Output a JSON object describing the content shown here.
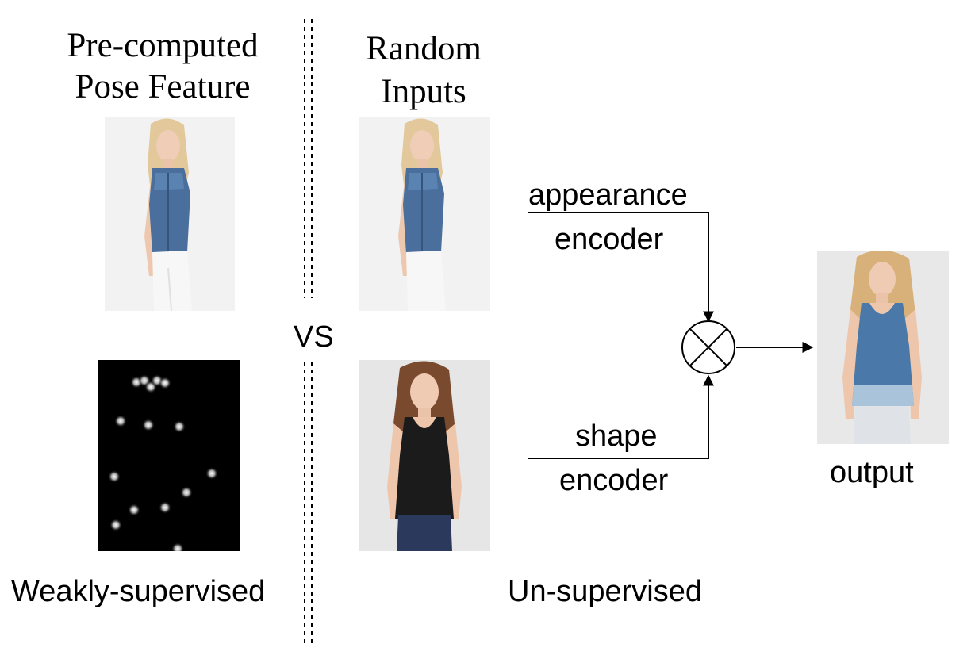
{
  "left": {
    "title_line1": "Pre-computed",
    "title_line2": "Pose Feature",
    "bottom_label": "Weakly-supervised"
  },
  "middle": {
    "title_line1": "Random",
    "title_line2": "Inputs",
    "bottom_label": "Un-supervised"
  },
  "divider": {
    "label": "VS"
  },
  "encoders": {
    "appearance_line1": "appearance",
    "appearance_line2": "encoder",
    "shape_line1": "shape",
    "shape_line2": "encoder"
  },
  "result": {
    "label": "output"
  },
  "icons": {
    "combine": "circled-times-icon"
  },
  "colors": {
    "denim": "#4a6f9c",
    "black_top": "#1b1b1b",
    "line": "#000000",
    "pose_bg": "#000000"
  }
}
